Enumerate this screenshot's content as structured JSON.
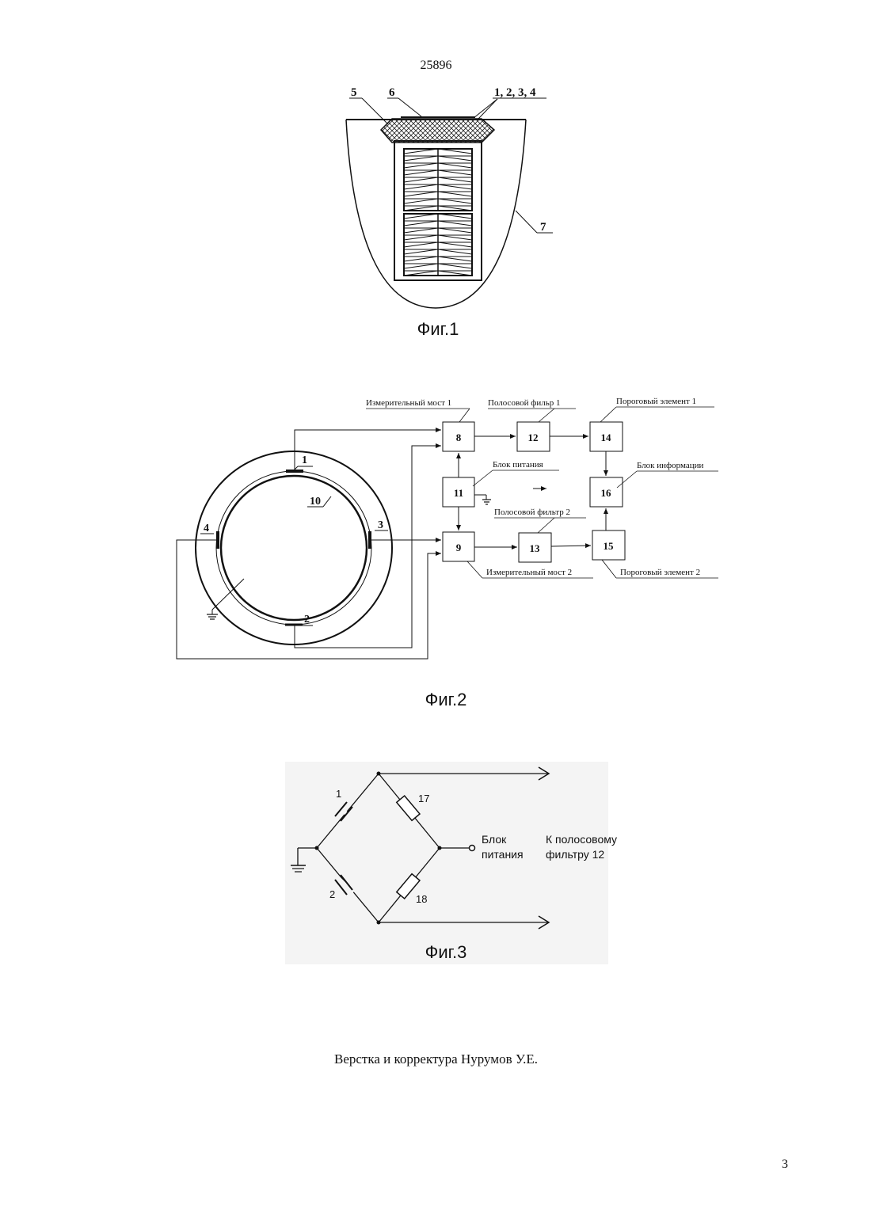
{
  "header": {
    "doc_number": "25896"
  },
  "fig1": {
    "caption": "Фиг.1",
    "labels": {
      "l5": "5",
      "l6": "6",
      "l1234": "1, 2, 3, 4",
      "l7": "7"
    }
  },
  "fig2": {
    "caption": "Фиг.2",
    "blocks": {
      "b8": "8",
      "b9": "9",
      "b11": "11",
      "b12": "12",
      "b13": "13",
      "b14": "14",
      "b15": "15",
      "b16": "16"
    },
    "labels": {
      "bridge1": "Измерительный мост 1",
      "filter1": "Полосовой фильр 1",
      "threshold1": "Пороговый элемент 1",
      "power": "Блок питания",
      "info": "Блок информации",
      "filter2": "Полосовой фильтр 2",
      "bridge2": "Измерительный мост 2",
      "threshold2": "Пороговый элемент 2"
    },
    "electrodes": {
      "e1": "1",
      "e2": "2",
      "e3": "3",
      "e4": "4",
      "e10": "10"
    }
  },
  "fig3": {
    "caption": "Фиг.3",
    "labels": {
      "c1": "1",
      "c2": "2",
      "r17": "17",
      "r18": "18",
      "power_line1": "Блок",
      "power_line2": "питания",
      "out_line1": "К полосовому",
      "out_line2": "фильтру 12"
    }
  },
  "footer": {
    "credits": "Верстка и корректура Нурумов У.Е.",
    "page": "3"
  }
}
